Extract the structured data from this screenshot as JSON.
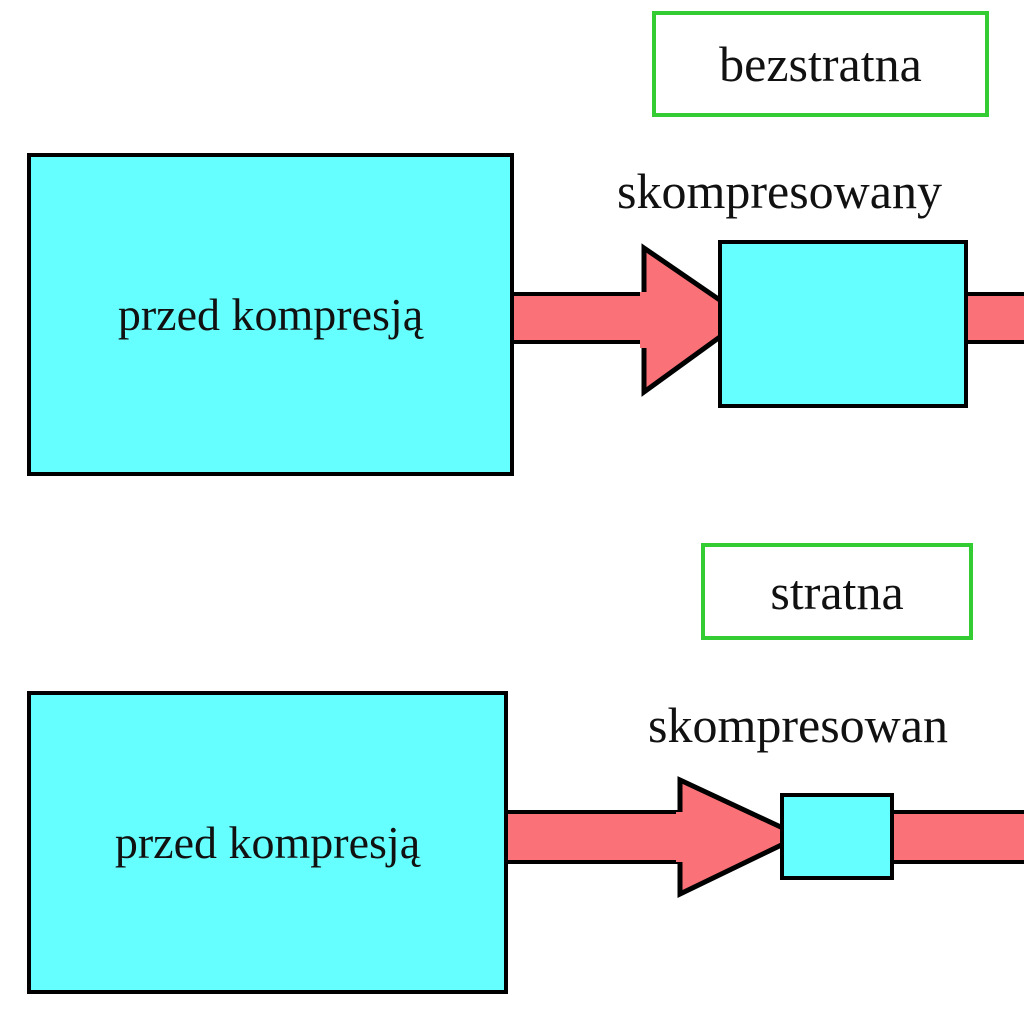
{
  "diagram": {
    "title_hidden": "",
    "colors": {
      "box_fill": "#66ffff",
      "box_stroke": "#000000",
      "arrow_fill": "#fa7278",
      "tag_border": "#33cc33",
      "background": "#ffffff",
      "text": "#111111"
    },
    "sections": [
      {
        "id": "lossless",
        "tag": "bezstratna",
        "source_box_label": "przed kompresją",
        "result_caption": "skompresowany",
        "result_box_label": ""
      },
      {
        "id": "lossy",
        "tag": "stratna",
        "source_box_label": "przed kompresją",
        "result_caption": "skompresowan",
        "result_box_label": ""
      }
    ]
  }
}
